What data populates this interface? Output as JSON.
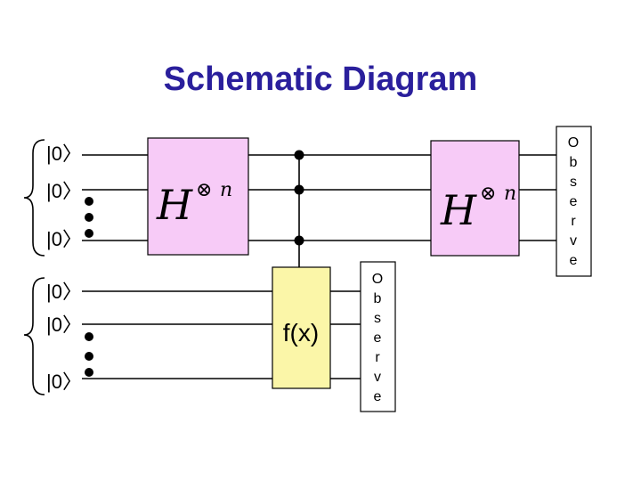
{
  "title": "Schematic Diagram",
  "registers": {
    "top_kets": [
      "|0〉",
      "|0〉",
      "|0〉"
    ],
    "bottom_kets": [
      "|0〉",
      "|0〉",
      "|0〉"
    ]
  },
  "gates": {
    "hadamard_left": {
      "main": "H",
      "sup_op": "⊗",
      "sup_n": "n"
    },
    "hadamard_right": {
      "main": "H",
      "sup_op": "⊗",
      "sup_n": "n"
    },
    "oracle": {
      "label": "f(x)"
    }
  },
  "observe": {
    "mid_letters": [
      "O",
      "b",
      "s",
      "e",
      "r",
      "v",
      "e"
    ],
    "right_letters": [
      "O",
      "b",
      "s",
      "e",
      "r",
      "v",
      "e"
    ]
  },
  "colors": {
    "title": "#2a1f9c",
    "hadamard_fill": "#f7cbf7",
    "oracle_fill": "#fbf6a8"
  }
}
